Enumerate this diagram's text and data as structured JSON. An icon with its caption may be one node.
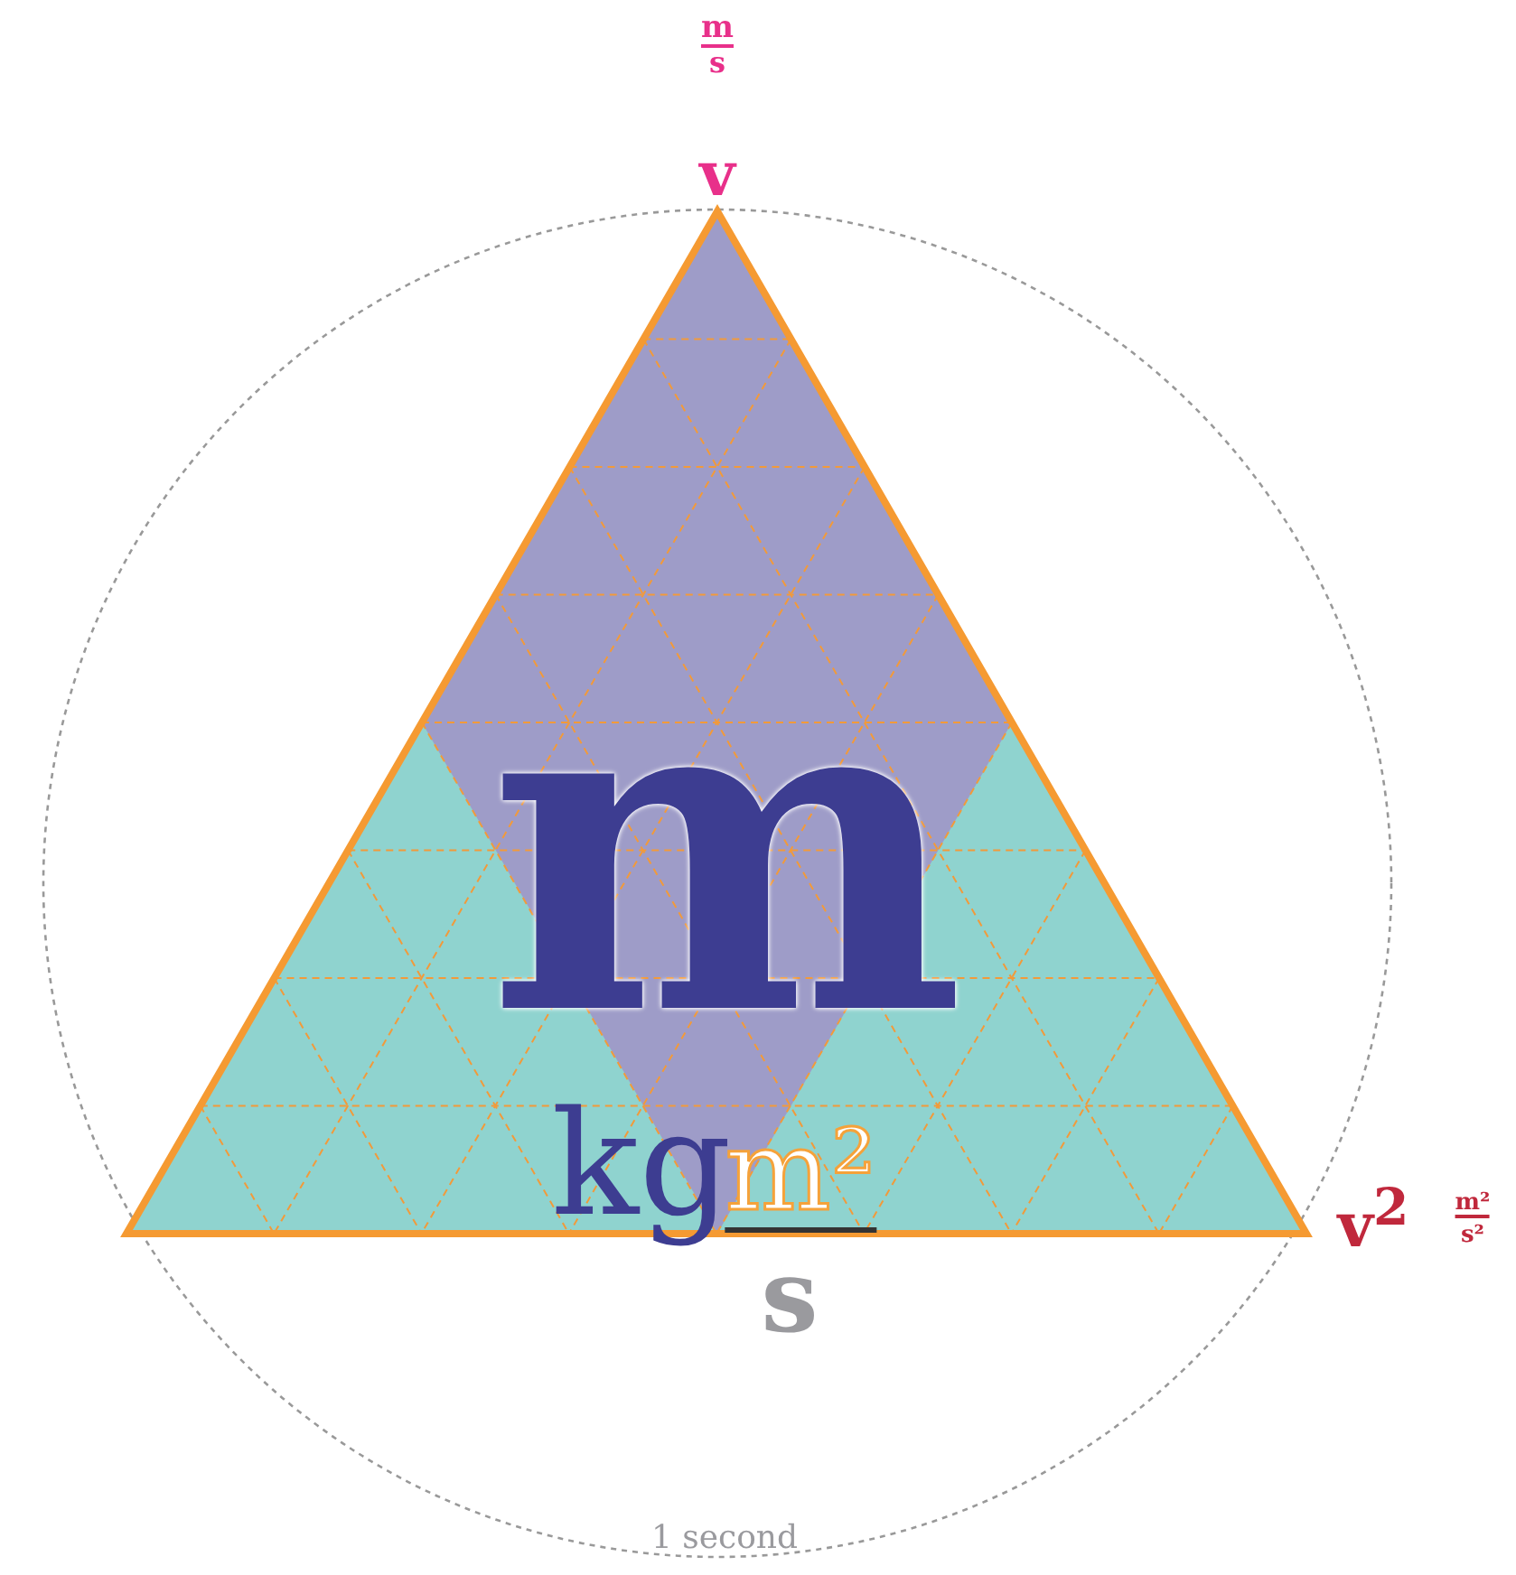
{
  "diagram": {
    "labels": [
      "m",
      "s",
      "v",
      "m",
      "kg",
      "m²",
      "s",
      "v$^{2}$",
      "m²",
      "s²",
      "1 second"
    ]
  }
}
